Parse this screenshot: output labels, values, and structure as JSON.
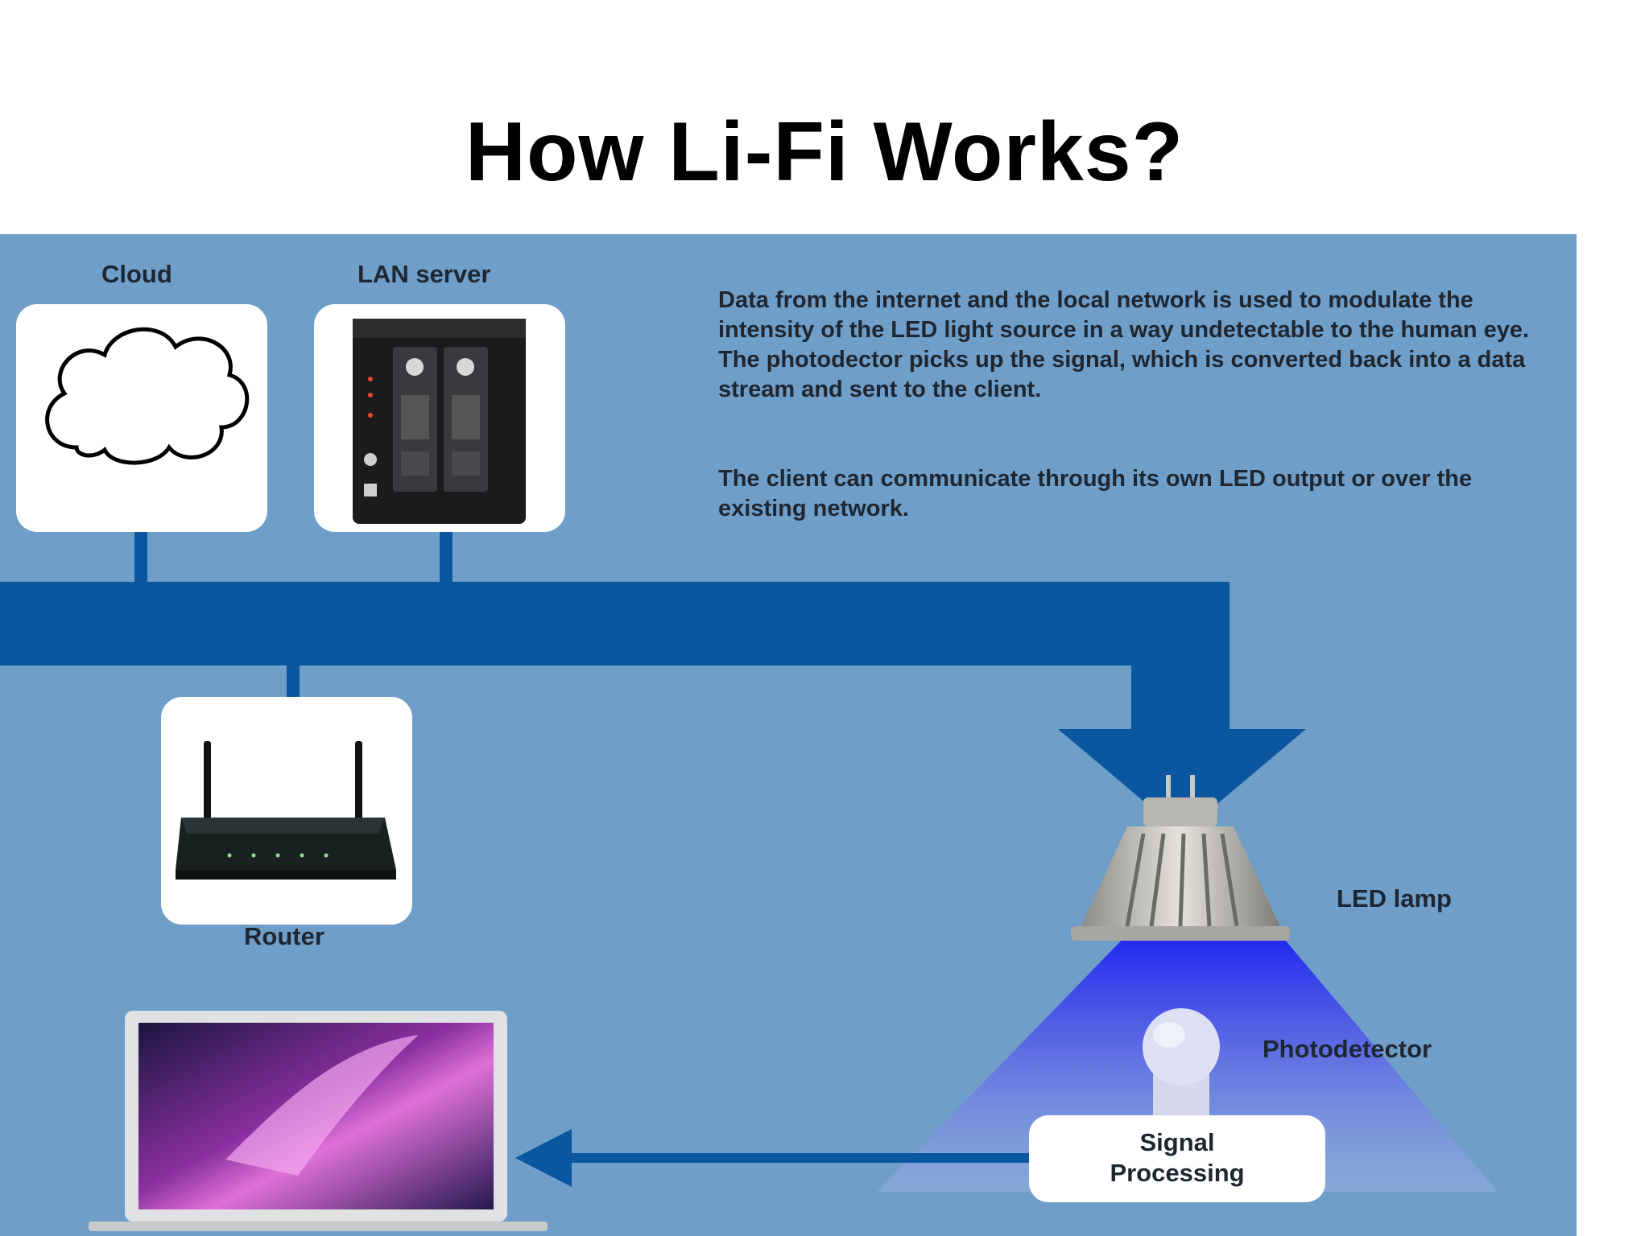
{
  "slide": {
    "title": "How Li-Fi Works?"
  },
  "labels": {
    "cloud": "Cloud",
    "lan_server": "LAN server",
    "router": "Router",
    "led_lamp": "LED lamp",
    "photodetector": "Photodetector",
    "signal_processing_line1": "Signal",
    "signal_processing_line2": "Processing"
  },
  "description": {
    "paragraph1": "Data from the internet and the local network is used to modulate the intensity of the LED light source in a way undetectable to the human eye. The photodector picks up the signal, which is converted back into a data stream and sent to the client.",
    "paragraph2": "The client can communicate through its own LED output or over the existing network."
  },
  "colors": {
    "background": "#6f9ec9",
    "network_bus": "#0a57a0",
    "light_beam": "#3a40e8"
  },
  "icons": [
    "cloud-icon",
    "server-icon",
    "router-icon",
    "laptop-icon",
    "led-lamp-icon",
    "photodetector-icon",
    "arrow-left-icon",
    "arrow-down-icon"
  ]
}
